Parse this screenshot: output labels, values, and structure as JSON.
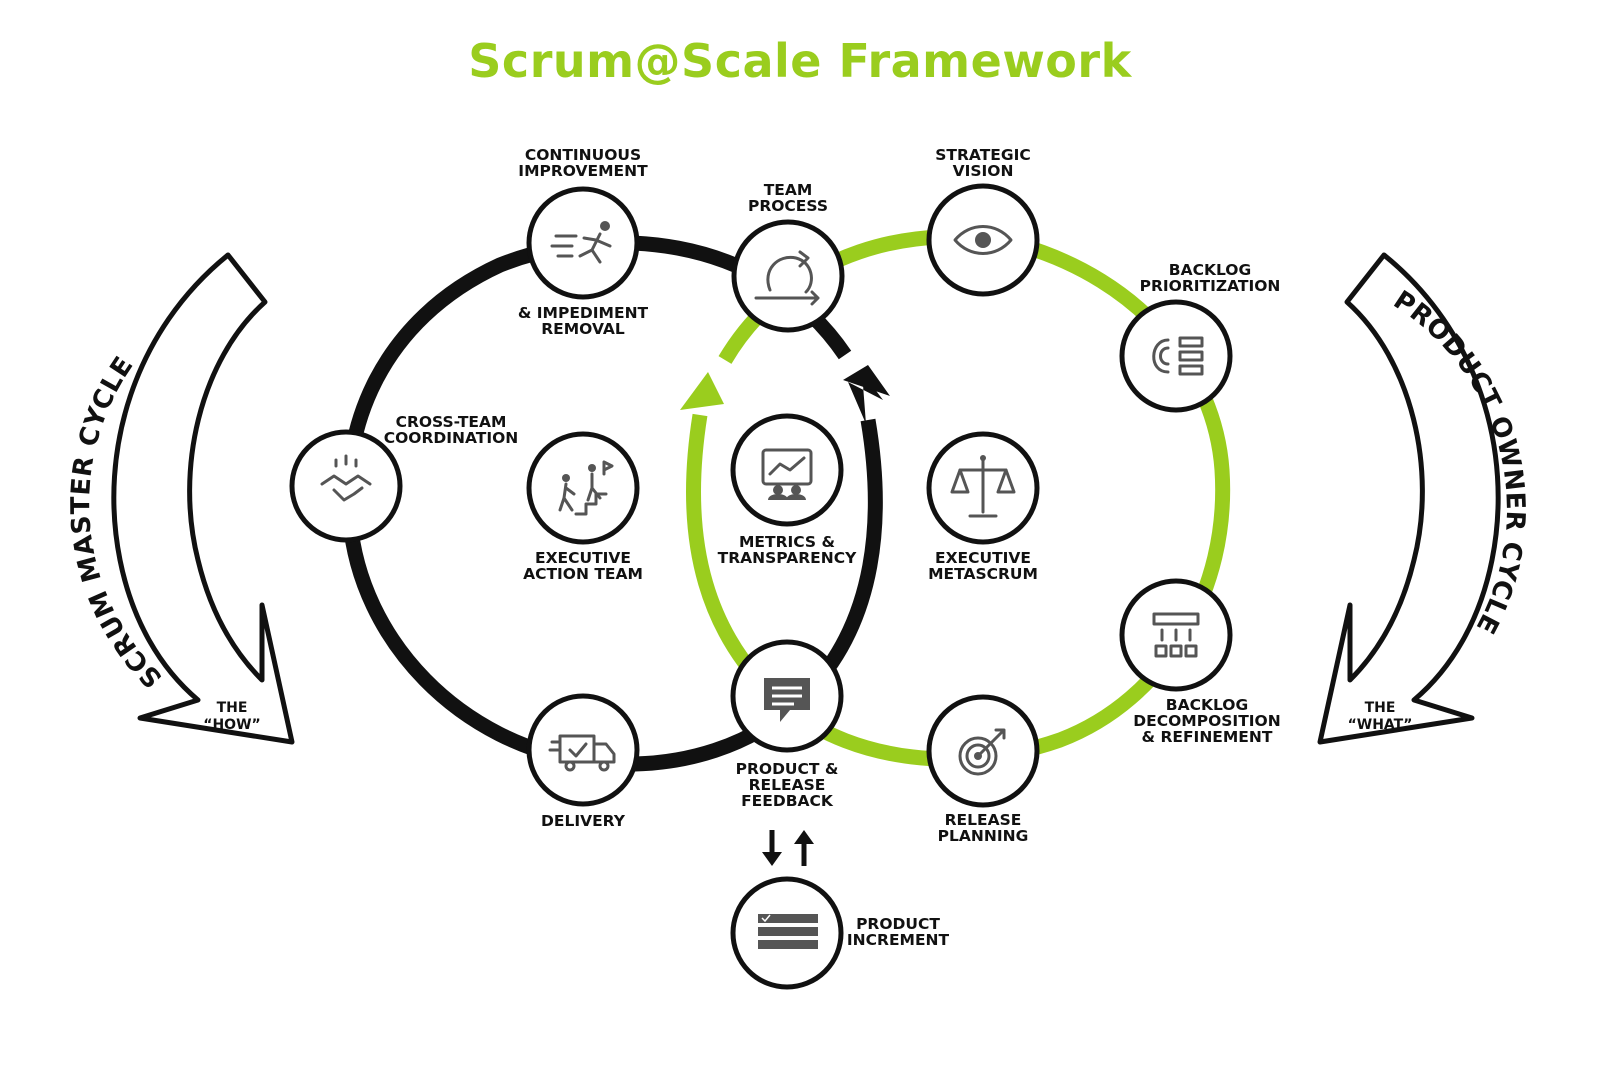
{
  "title": "Scrum@Scale Framework",
  "colors": {
    "green": "#9acd1e",
    "black": "#111111",
    "icon": "#555555"
  },
  "left_cycle": {
    "label": "SCRUM MASTER CYCLE",
    "sub1": "THE",
    "sub2": "“HOW”"
  },
  "right_cycle": {
    "label": "PRODUCT OWNER CYCLE",
    "sub1": "THE",
    "sub2": "“WHAT”"
  },
  "nodes": {
    "continuous_improvement": {
      "line1": "CONTINUOUS",
      "line2": "IMPROVEMENT",
      "line3": "& IMPEDIMENT",
      "line4": "REMOVAL",
      "icon": "running-person-icon"
    },
    "team_process": {
      "line1": "TEAM",
      "line2": "PROCESS",
      "icon": "cycle-arrows-icon"
    },
    "strategic_vision": {
      "line1": "STRATEGIC",
      "line2": "VISION",
      "icon": "eye-icon"
    },
    "backlog_prioritization": {
      "line1": "BACKLOG",
      "line2": "PRIORITIZATION",
      "icon": "magnet-list-icon"
    },
    "cross_team": {
      "line1": "CROSS-TEAM",
      "line2": "COORDINATION",
      "icon": "handshake-icon"
    },
    "executive_action": {
      "line1": "EXECUTIVE",
      "line2": "ACTION TEAM",
      "icon": "climbing-people-icon"
    },
    "metrics": {
      "line1": "METRICS &",
      "line2": "TRANSPARENCY",
      "icon": "presentation-chart-icon"
    },
    "executive_metascrum": {
      "line1": "EXECUTIVE",
      "line2": "METASCRUM",
      "icon": "balance-scale-icon"
    },
    "backlog_decomposition": {
      "line1": "BACKLOG",
      "line2": "DECOMPOSITION",
      "line3": "& REFINEMENT",
      "icon": "hierarchy-icon"
    },
    "delivery": {
      "line1": "DELIVERY",
      "icon": "delivery-truck-icon"
    },
    "product_release_feedback": {
      "line1": "PRODUCT &",
      "line2": "RELEASE",
      "line3": "FEEDBACK",
      "icon": "chat-bubble-icon"
    },
    "release_planning": {
      "line1": "RELEASE",
      "line2": "PLANNING",
      "icon": "target-icon"
    },
    "product_increment": {
      "line1": "PRODUCT",
      "line2": "INCREMENT",
      "icon": "stacked-layers-icon"
    }
  }
}
